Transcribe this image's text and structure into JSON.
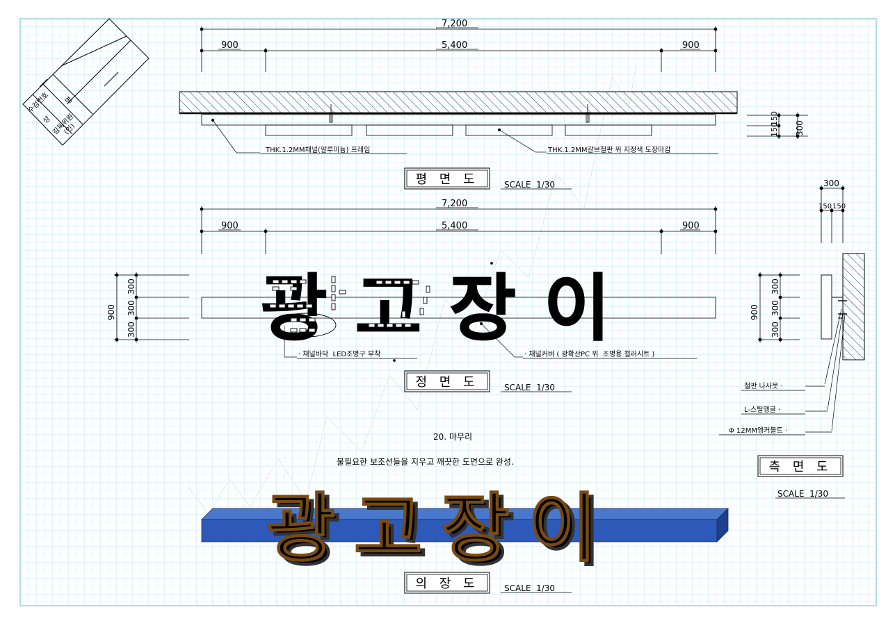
{
  "title_block": {
    "labels": [
      "수검번호",
      "성",
      "명",
      "감독위원",
      "(인)"
    ]
  },
  "plan_view": {
    "dims": {
      "total": "7,200",
      "left": "900",
      "center": "5,400",
      "right": "900"
    },
    "note_frame": "THK.1.2MM채널(알루미늄) 프레임",
    "note_plate": "THK.1.2MM갈브철판 위 지정색 도장마감",
    "side_dims": {
      "a": "150",
      "b": "150",
      "total": "300"
    },
    "view_title": "평 면 도",
    "scale": "SCALE  1/30"
  },
  "front_view": {
    "dims": {
      "total": "7,200",
      "left": "900",
      "center": "5,400",
      "right": "900"
    },
    "left_dims": {
      "total": "900",
      "rows": [
        "300",
        "300",
        "300"
      ]
    },
    "sign_text": "광고장이",
    "note_led": "· 채널바닥  LED조명구 부착",
    "note_cover": "· 채널커버 ( 광확산PC 위  조명용 컬러시트 )",
    "view_title": "정 면 도",
    "scale": "SCALE  1/30"
  },
  "side_view": {
    "top_dims": {
      "total": "300",
      "a": "150",
      "b": "150"
    },
    "left_dims": {
      "total": "900",
      "rows": [
        "300",
        "300",
        "300"
      ]
    },
    "notes": [
      "철판 나사못 ·",
      "L-스틸앵글 ·",
      "Φ 12MM앵커볼트 ·"
    ],
    "view_title": "측 면 도",
    "scale": "SCALE  1/30"
  },
  "step": {
    "heading": "20. 마무리",
    "text": "불필요한 보조선들을 지우고 깨끗한 도면으로 완성."
  },
  "perspective": {
    "sign_text": "광고장이",
    "view_title": "의 장 도",
    "scale": "SCALE  1/30"
  },
  "colors": {
    "grid": "#b8e2ec",
    "border": "#7fc6d8",
    "bar_front": "#2d5ab8",
    "bar_top": "#4a78cc",
    "letter_orange": "#f0a032",
    "letter_side": "#e8e040"
  }
}
